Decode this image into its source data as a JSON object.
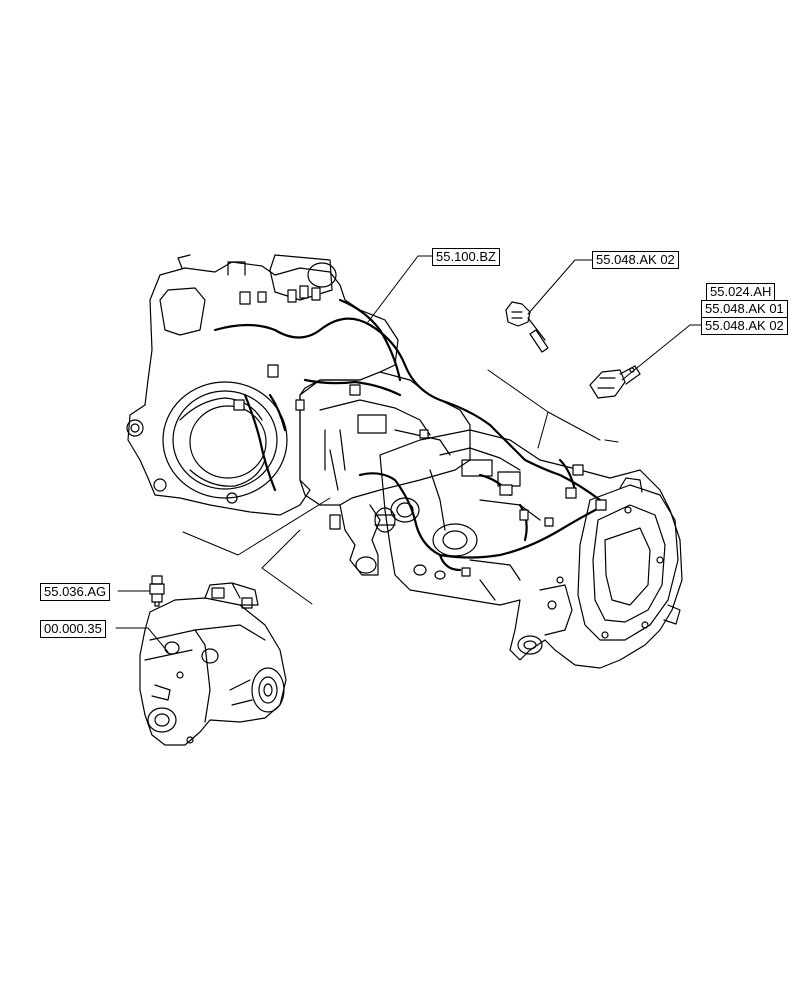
{
  "callouts": {
    "harness": "55.100.BZ",
    "sensor_top": "55.048.AK 02",
    "sensor_group_1": "55.024.AH",
    "sensor_group_2": "55.048.AK 01",
    "sensor_group_3": "55.048.AK 02",
    "switch": "55.036.AG",
    "pump": "00.000.35"
  },
  "colors": {
    "line": "#000000",
    "background": "#ffffff"
  }
}
